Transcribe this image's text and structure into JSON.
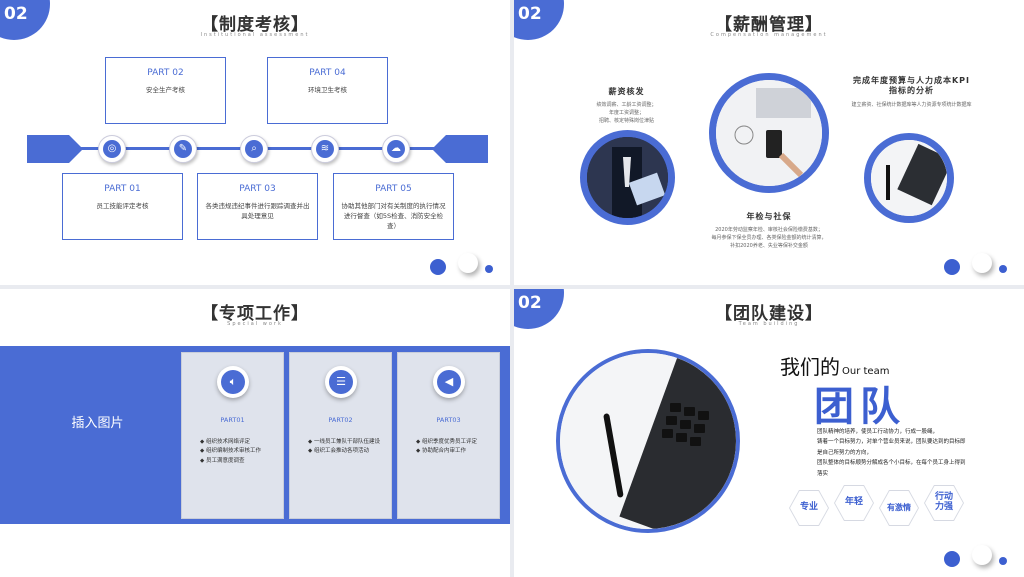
{
  "slide1": {
    "badge": "02",
    "title": "【制度考核】",
    "subtitle": "Institutional assessment",
    "top_boxes": [
      {
        "title": "PART 02",
        "desc": "安全生产考核"
      },
      {
        "title": "PART 04",
        "desc": "环境卫生考核"
      }
    ],
    "bottom_boxes": [
      {
        "title": "PART 01",
        "desc": "员工技能评定考核"
      },
      {
        "title": "PART 03",
        "desc": "各类违规违纪事件进行跟踪调查并出具处理意见"
      },
      {
        "title": "PART 05",
        "desc": "协助其他部门对有关制度的执行情况进行督查（如5S检查、消防安全检查）"
      }
    ],
    "node_icons": [
      "target-icon",
      "settings-icon",
      "search-icon",
      "feed-icon",
      "cloud-icon"
    ]
  },
  "slide2": {
    "badge": "02",
    "title": "【薪酬管理】",
    "subtitle": "Compensation management",
    "left": {
      "title": "薪资核发",
      "desc": [
        "绩效调薪、工龄工资调整；",
        "年度工资调整；",
        "招聘、核定特殊岗位津贴"
      ]
    },
    "right": {
      "title": "完成年度预算与人力成本KPI指标的分析",
      "desc": "建立薪资、社保统计数据库等人力资源专项统计数据库"
    },
    "middle": {
      "title": "年检与社保",
      "desc": [
        "2020年劳动监察年检、审核社会保险缴费基数；",
        "每月参保下保全员办理、各类保险金额的统计清算，",
        "补扣2020养老、失业等保补交金额"
      ]
    }
  },
  "slide3": {
    "title": "【专项工作】",
    "subtitle": "Special work",
    "image_placeholder": "插入图片",
    "cards": [
      {
        "part": "PART01",
        "items": [
          "组织技术网络评定",
          "组织编制技术审核工作",
          "员工满意度调查"
        ]
      },
      {
        "part": "PART02",
        "items": [
          "一线员工兼队干部队伍建设",
          "组织工会推动各项活动"
        ]
      },
      {
        "part": "PART03",
        "items": [
          "组织季度优秀员工评定",
          "协助配合内审工作"
        ]
      }
    ]
  },
  "slide4": {
    "badge": "02",
    "title": "【团队建设】",
    "subtitle": "Team building",
    "heading_cn": "我们的",
    "heading_en": "Our team",
    "heading_big": "团队",
    "body": [
      "团队精神的培养，使员工行动协力，行成一股绳，",
      "铸着一个目标努力，对单个营业员来说，团队要达到的目标即",
      "是自己所努力的方向，",
      "团队整体的目标顺势分解成各个小目标，在每个员工身上得到",
      "落实"
    ],
    "hexes": [
      "专业",
      "年轻",
      "有激情",
      "行动力强"
    ]
  }
}
